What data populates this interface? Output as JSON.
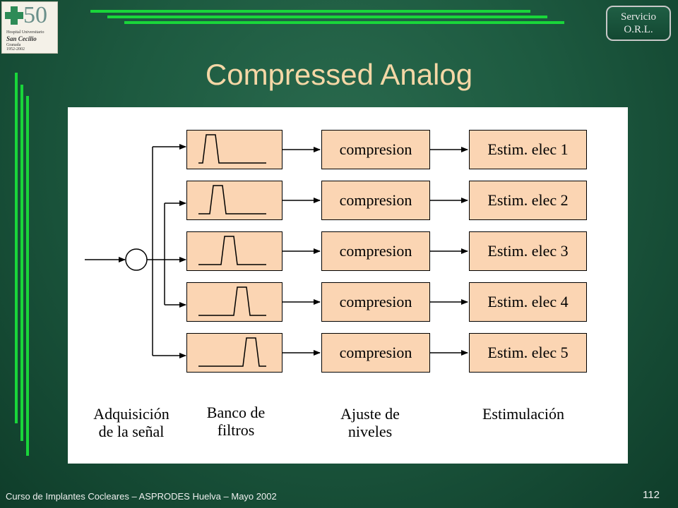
{
  "logo": {
    "numeral": "50",
    "line1": "Hospital Universitario",
    "line2": "San Cecilio",
    "line3": "Granada",
    "line4": "1952-2002"
  },
  "badge": {
    "line1": "Servicio",
    "line2": "O.R.L."
  },
  "title": "Compressed Analog",
  "colors": {
    "background": "#1d5a40",
    "title": "#f5d7a6",
    "accent_lines": "#19d63a",
    "box_fill": "#fbd5b3",
    "panel": "#ffffff"
  },
  "diagram": {
    "channels": [
      {
        "compression": "compresion",
        "stimulation": "Estim. elec 1"
      },
      {
        "compression": "compresion",
        "stimulation": "Estim. elec 2"
      },
      {
        "compression": "compresion",
        "stimulation": "Estim. elec 3"
      },
      {
        "compression": "compresion",
        "stimulation": "Estim. elec 4"
      },
      {
        "compression": "compresion",
        "stimulation": "Estim. elec 5"
      }
    ],
    "stage_labels": {
      "acquisition": {
        "line1": "Adquisición",
        "line2": "de la señal"
      },
      "filter_bank": {
        "line1": "Banco de",
        "line2": "filtros"
      },
      "level_adjust": {
        "line1": "Ajuste de",
        "line2": "niveles"
      },
      "stimulation": {
        "line1": "Estimulación"
      }
    }
  },
  "footer": {
    "text": "Curso de Implantes Cocleares – ASPRODES Huelva – Mayo 2002",
    "page_number": "112"
  }
}
